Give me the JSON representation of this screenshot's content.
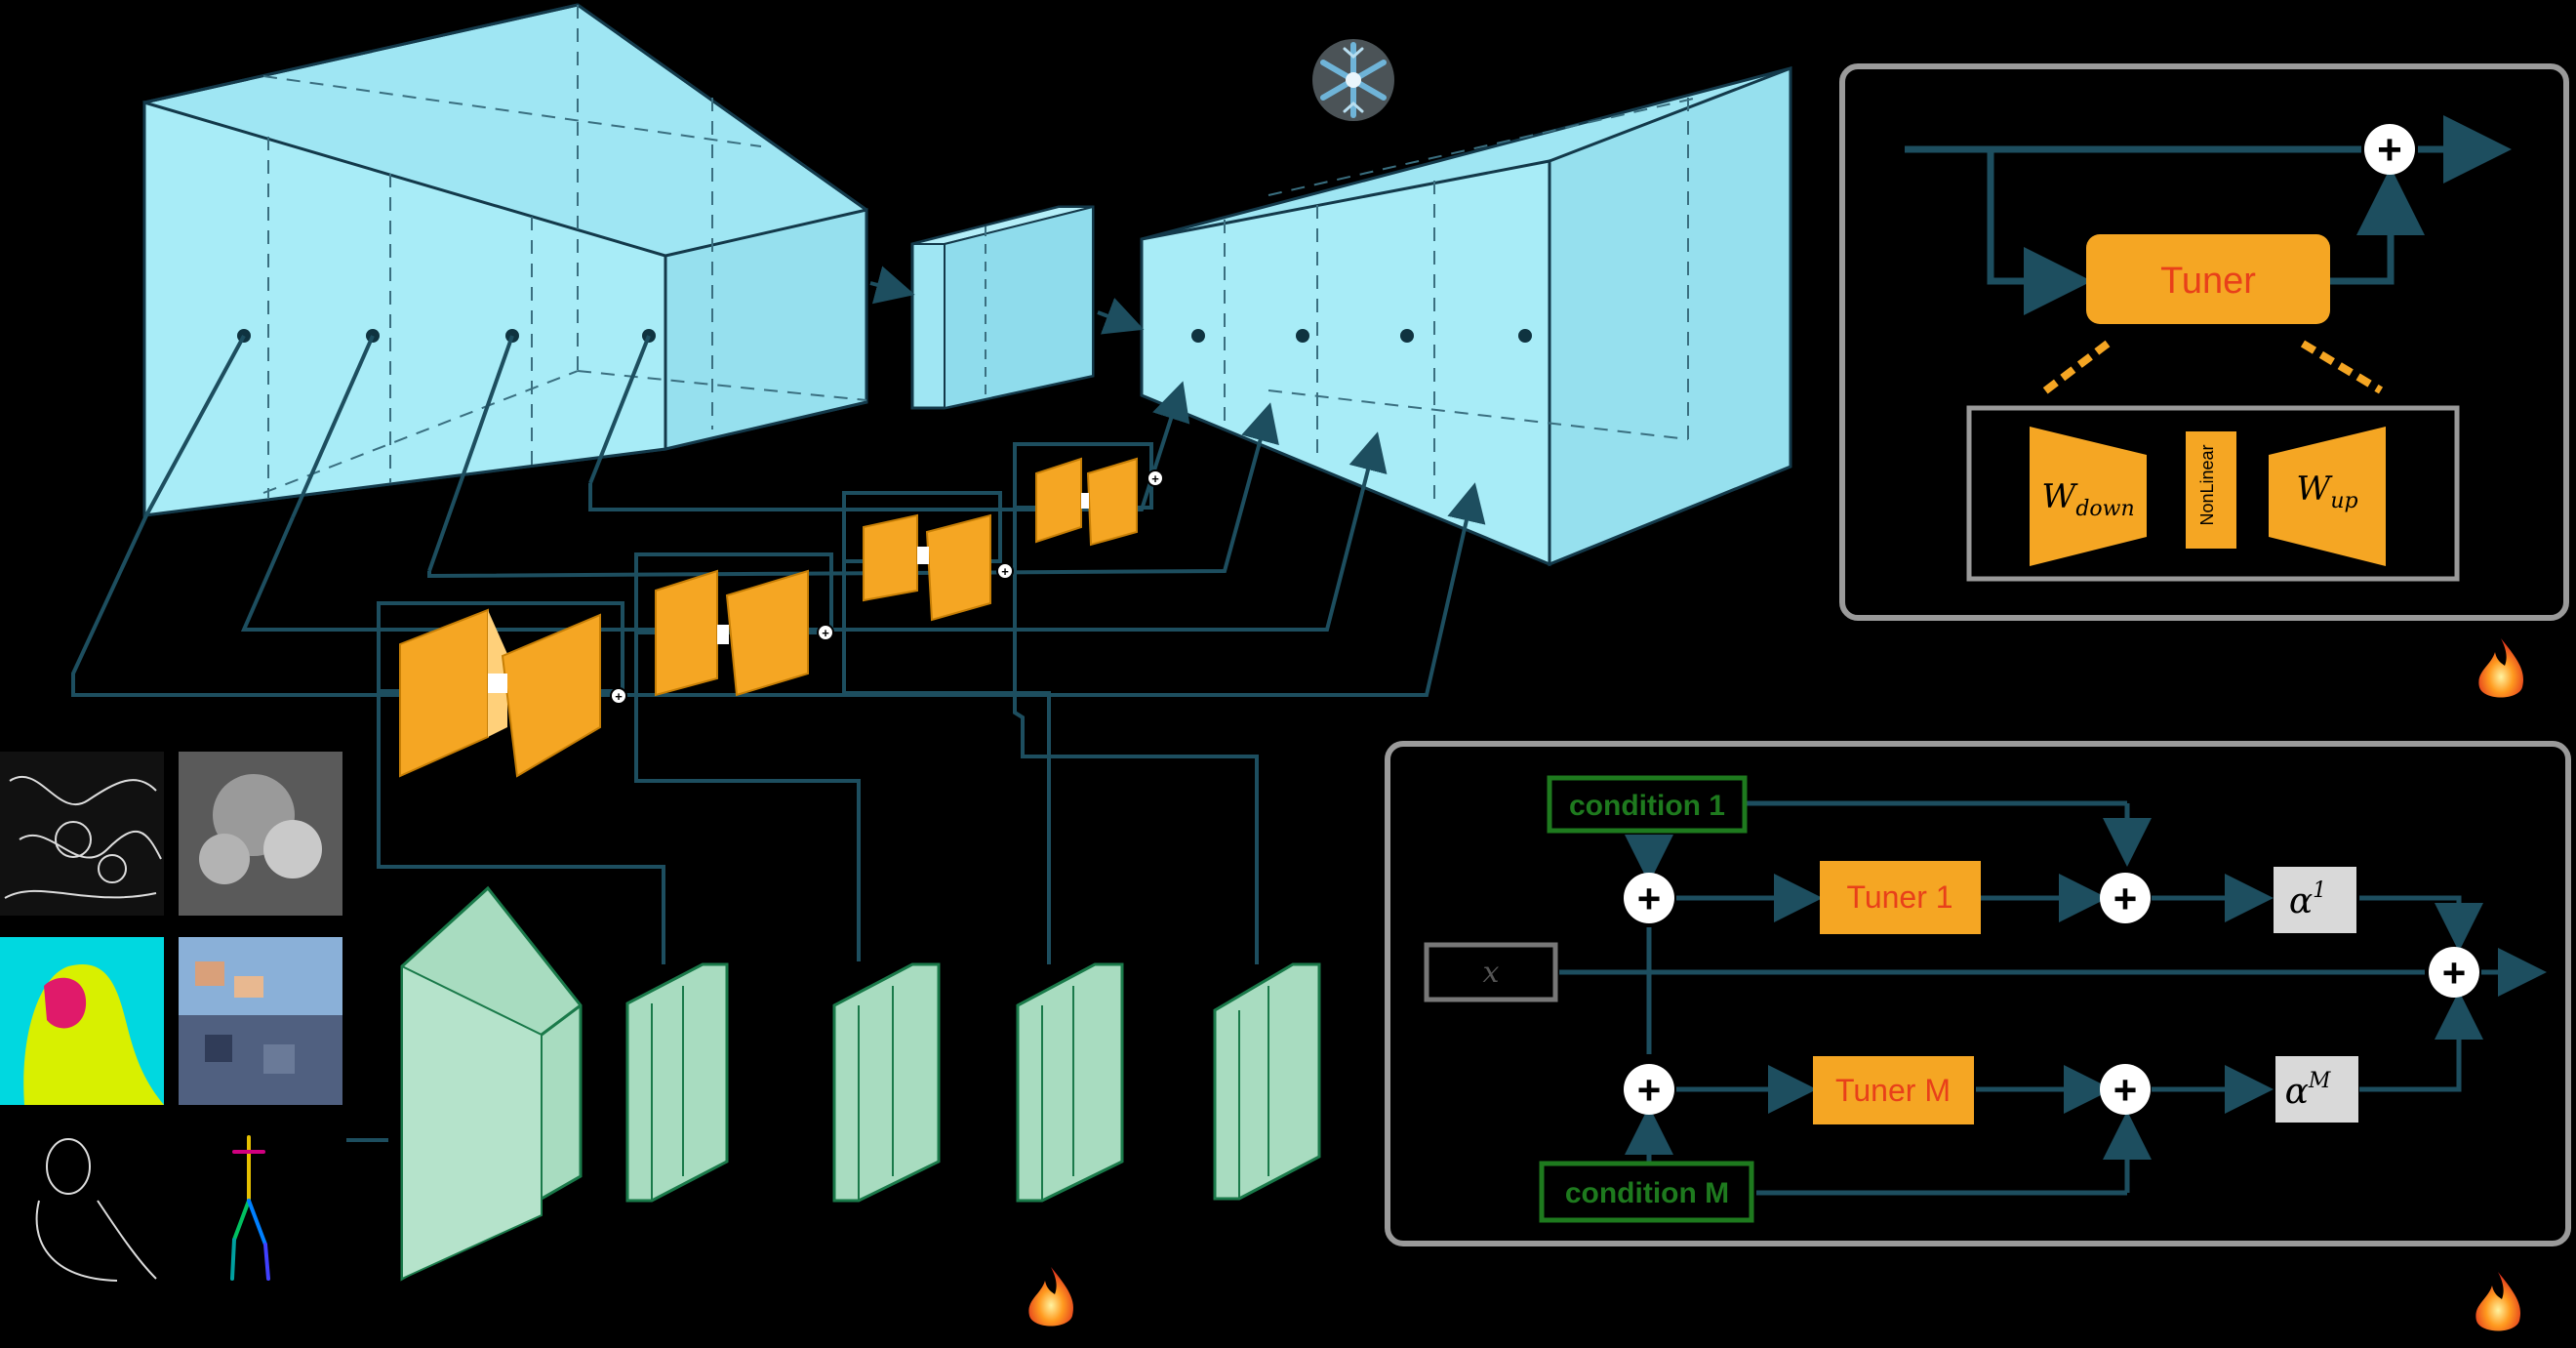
{
  "tuner_panel": {
    "tuner_label": "Tuner",
    "w_down": "W",
    "w_down_sub": "down",
    "nonlinear": "NonLinear",
    "w_up": "W",
    "w_up_sub": "up"
  },
  "condition_panel": {
    "condition_1": "condition 1",
    "condition_m": "condition M",
    "input_label": "x",
    "tuner_1": "Tuner 1",
    "tuner_m": "Tuner M",
    "alpha_1": "α",
    "alpha_1_sup": "1",
    "alpha_m": "α",
    "alpha_m_sup": "M"
  },
  "colors": {
    "background": "#000000",
    "frozen_block": "#9fe6f3",
    "tuner_block": "#f5a623",
    "encoder_block": "#a8dcc0",
    "panel_border": "#9a9a9a",
    "connector": "#1d4e5f",
    "condition_text": "#1e7a1e"
  },
  "icons": {
    "frozen": "snowflake-icon",
    "trainable": "flame-icon"
  }
}
